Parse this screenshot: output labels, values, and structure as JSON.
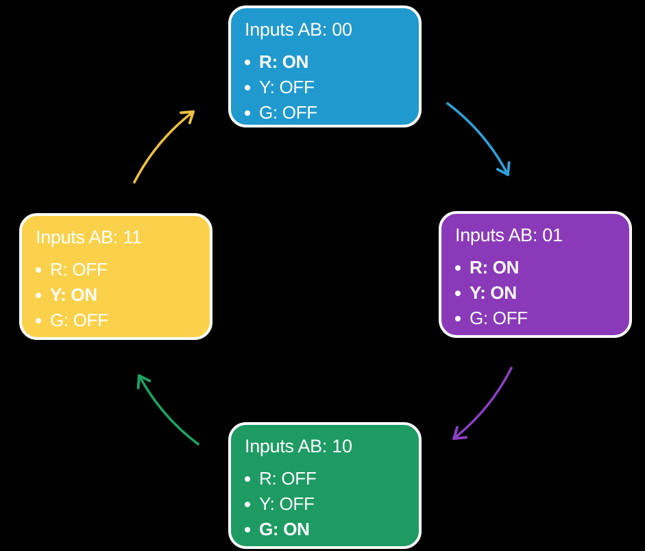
{
  "background": "#000000",
  "states": [
    {
      "id": "00",
      "title": "Inputs AB: 00",
      "color": "#2099ce",
      "items": [
        {
          "text": "R: ON",
          "bold": true
        },
        {
          "text": "Y: OFF",
          "bold": false
        },
        {
          "text": "G: OFF",
          "bold": false
        }
      ]
    },
    {
      "id": "01",
      "title": "Inputs AB: 01",
      "color": "#8a3ab8",
      "items": [
        {
          "text": "R: ON",
          "bold": true
        },
        {
          "text": "Y: ON",
          "bold": true
        },
        {
          "text": "G: OFF",
          "bold": false
        }
      ]
    },
    {
      "id": "10",
      "title": "Inputs AB: 10",
      "color": "#1d9b63",
      "items": [
        {
          "text": "R: OFF",
          "bold": false
        },
        {
          "text": "Y: OFF",
          "bold": false
        },
        {
          "text": "G: ON",
          "bold": true
        }
      ]
    },
    {
      "id": "11",
      "title": "Inputs AB: 11",
      "color": "#fbd14b",
      "items": [
        {
          "text": "R: OFF",
          "bold": false
        },
        {
          "text": "Y: ON",
          "bold": true
        },
        {
          "text": "G: OFF",
          "bold": false
        }
      ]
    }
  ],
  "arrows": [
    {
      "name": "arrow-00-to-01",
      "color": "#2ea0d8"
    },
    {
      "name": "arrow-01-to-10",
      "color": "#8b40c4"
    },
    {
      "name": "arrow-10-to-11",
      "color": "#1da263"
    },
    {
      "name": "arrow-11-to-00",
      "color": "#efc13f"
    }
  ]
}
